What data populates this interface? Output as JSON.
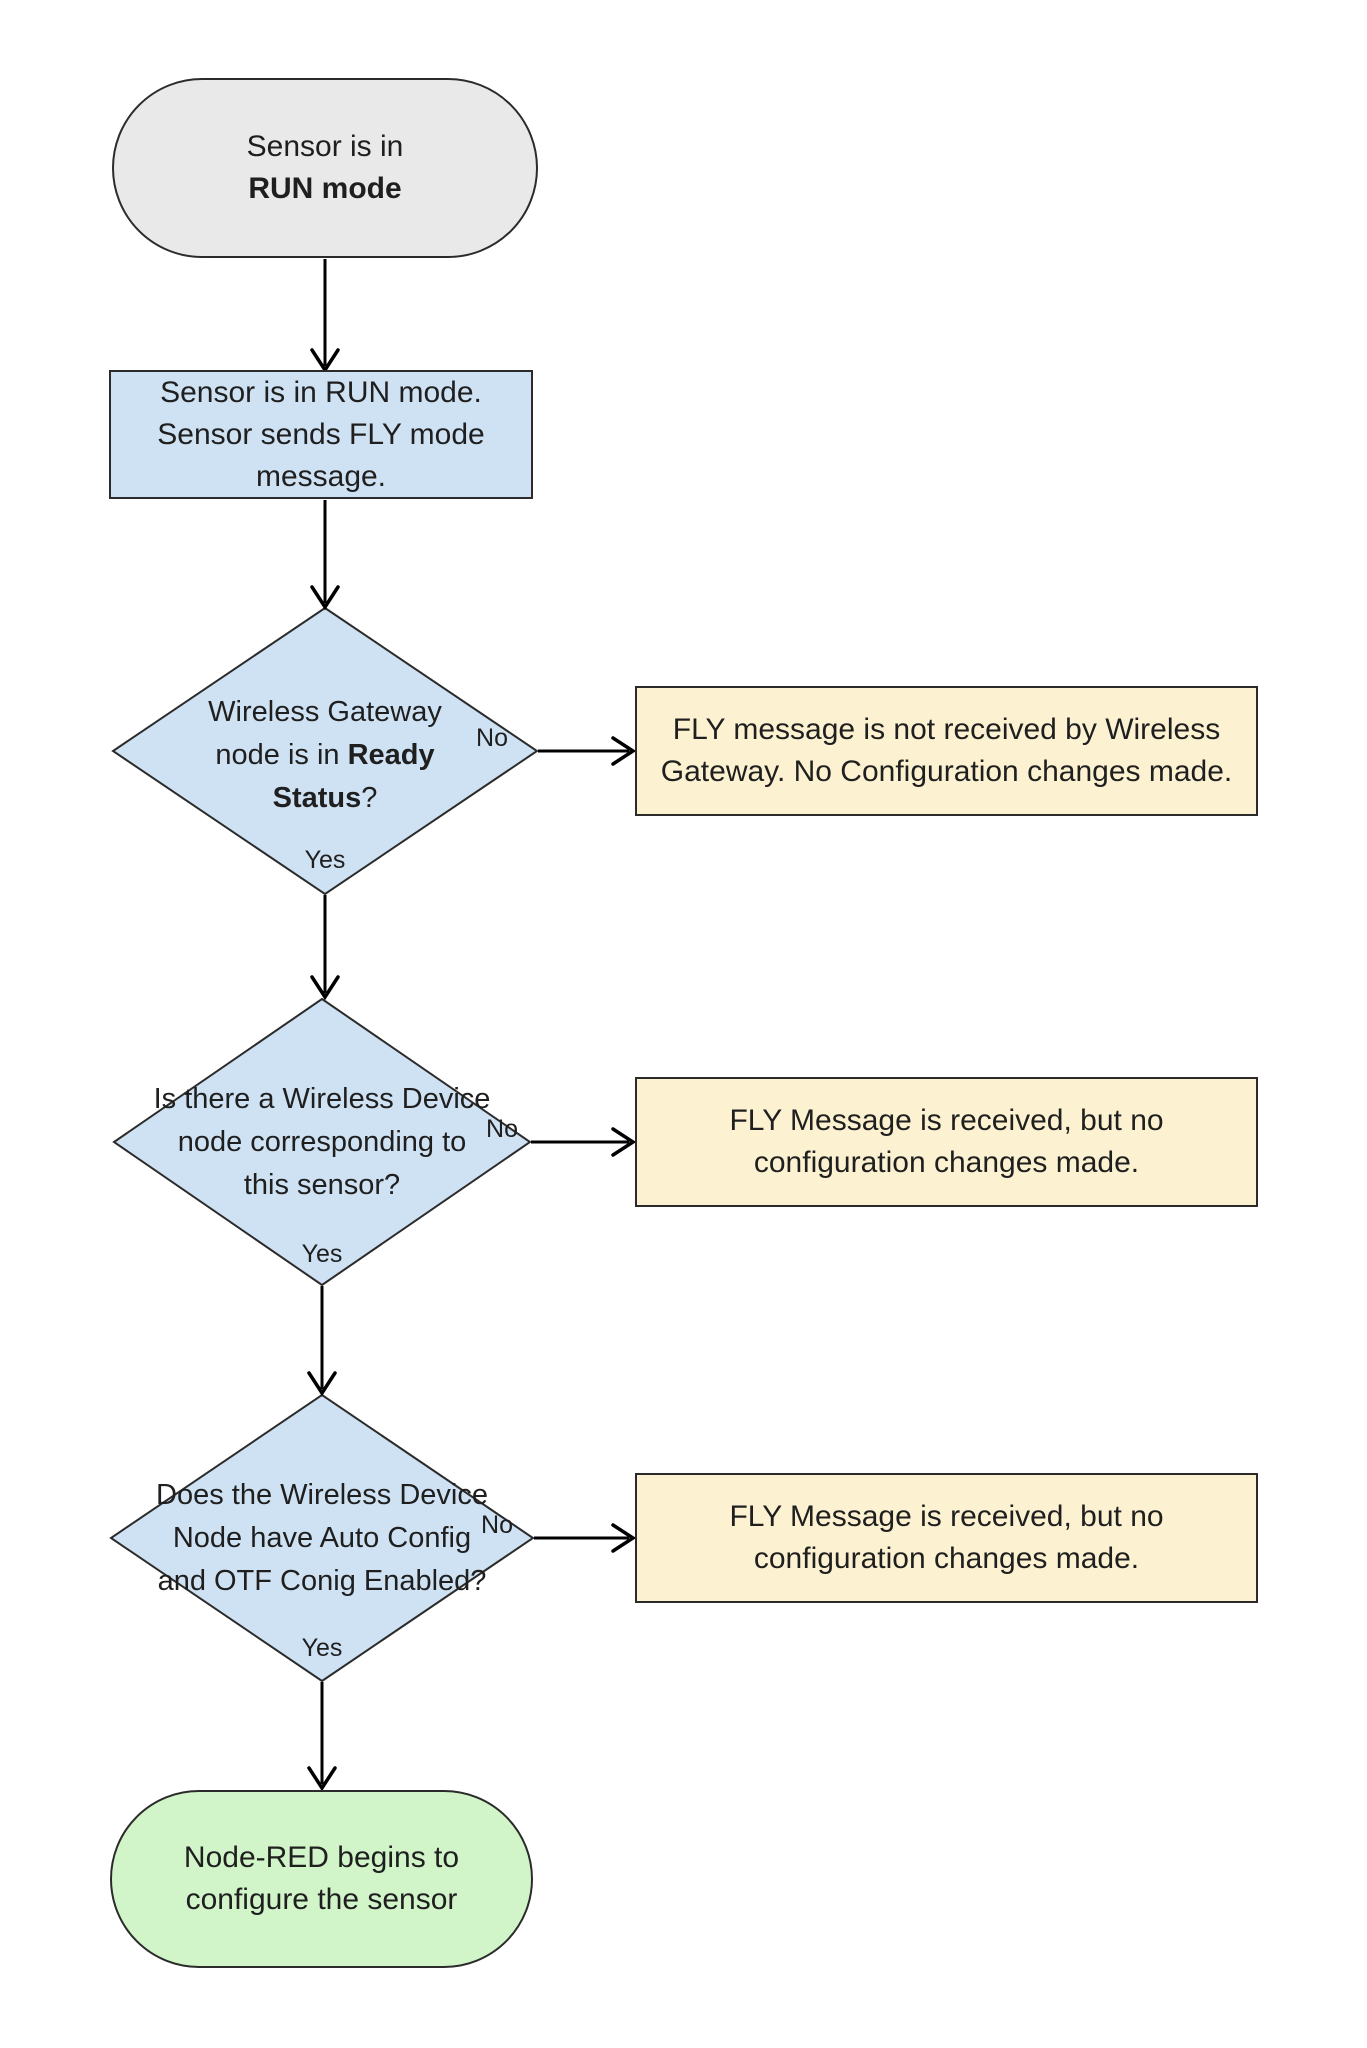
{
  "diagram": {
    "start": {
      "line1": "Sensor is in",
      "line2": "RUN mode"
    },
    "process": {
      "line1": "Sensor is in RUN mode.",
      "line2": "Sensor sends FLY mode",
      "line3": "message."
    },
    "decision1": {
      "line1": "Wireless Gateway",
      "line2_normal": "node is in ",
      "line2_bold": "Ready",
      "line3_bold": "Status",
      "line3_tail": "?",
      "no": "No",
      "yes": "Yes"
    },
    "outcome1": {
      "line1": "FLY message is not received by Wireless",
      "line2": "Gateway. No Configuration changes made."
    },
    "decision2": {
      "line1": "Is there a Wireless Device",
      "line2": "node corresponding to",
      "line3": "this sensor?",
      "no": "No",
      "yes": "Yes"
    },
    "outcome2": {
      "line1": "FLY Message is received, but no",
      "line2": "configuration changes made."
    },
    "decision3": {
      "line1": "Does the Wireless Device",
      "line2": "Node have Auto Config",
      "line3": "and OTF Conig Enabled?",
      "no": "No",
      "yes": "Yes"
    },
    "outcome3": {
      "line1": "FLY Message is received, but no",
      "line2": "configuration changes made."
    },
    "end": {
      "line1": "Node-RED begins to",
      "line2": "configure the sensor"
    }
  },
  "colors": {
    "start_fill": "#e9e9e9",
    "process_fill": "#cfe2f3",
    "decision_fill": "#cfe2f3",
    "outcome_fill": "#fcf2d1",
    "end_fill": "#d1f5c9",
    "stroke": "#2b2b2b",
    "text": "#1f1f1f"
  }
}
